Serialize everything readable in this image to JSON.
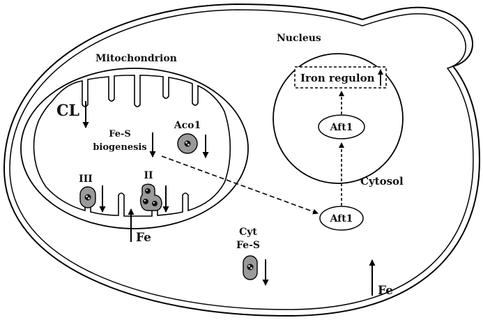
{
  "labels": {
    "nucleus": "Nucleus",
    "mitochondrion": "Mitochondrion",
    "iron_regulon": "Iron regulon",
    "aft1_nuclear": "Aft1",
    "aft1_cytosolic": "Aft1",
    "cytosol": "Cytosol",
    "cl": "CL",
    "fes_biogenesis_line1": "Fe-S",
    "fes_biogenesis_line2": "biogenesis",
    "aco1": "Aco1",
    "complex_iii": "III",
    "complex_ii": "II",
    "fe_mito": "Fe",
    "cyt_fes_line1": "Cyt",
    "cyt_fes_line2": "Fe-S",
    "fe_cell": "Fe"
  },
  "arrows": {
    "cl": "down",
    "fes_biogenesis": "down",
    "aco1": "down",
    "complex_iii": "down",
    "complex_ii": "down",
    "cyt_fes": "down",
    "iron_regulon": "up",
    "fe_mito": "up",
    "fe_cell": "up"
  },
  "colors": {
    "outline": "#000000",
    "protein_fill": "#9a9a9a",
    "cluster": "#111111"
  }
}
